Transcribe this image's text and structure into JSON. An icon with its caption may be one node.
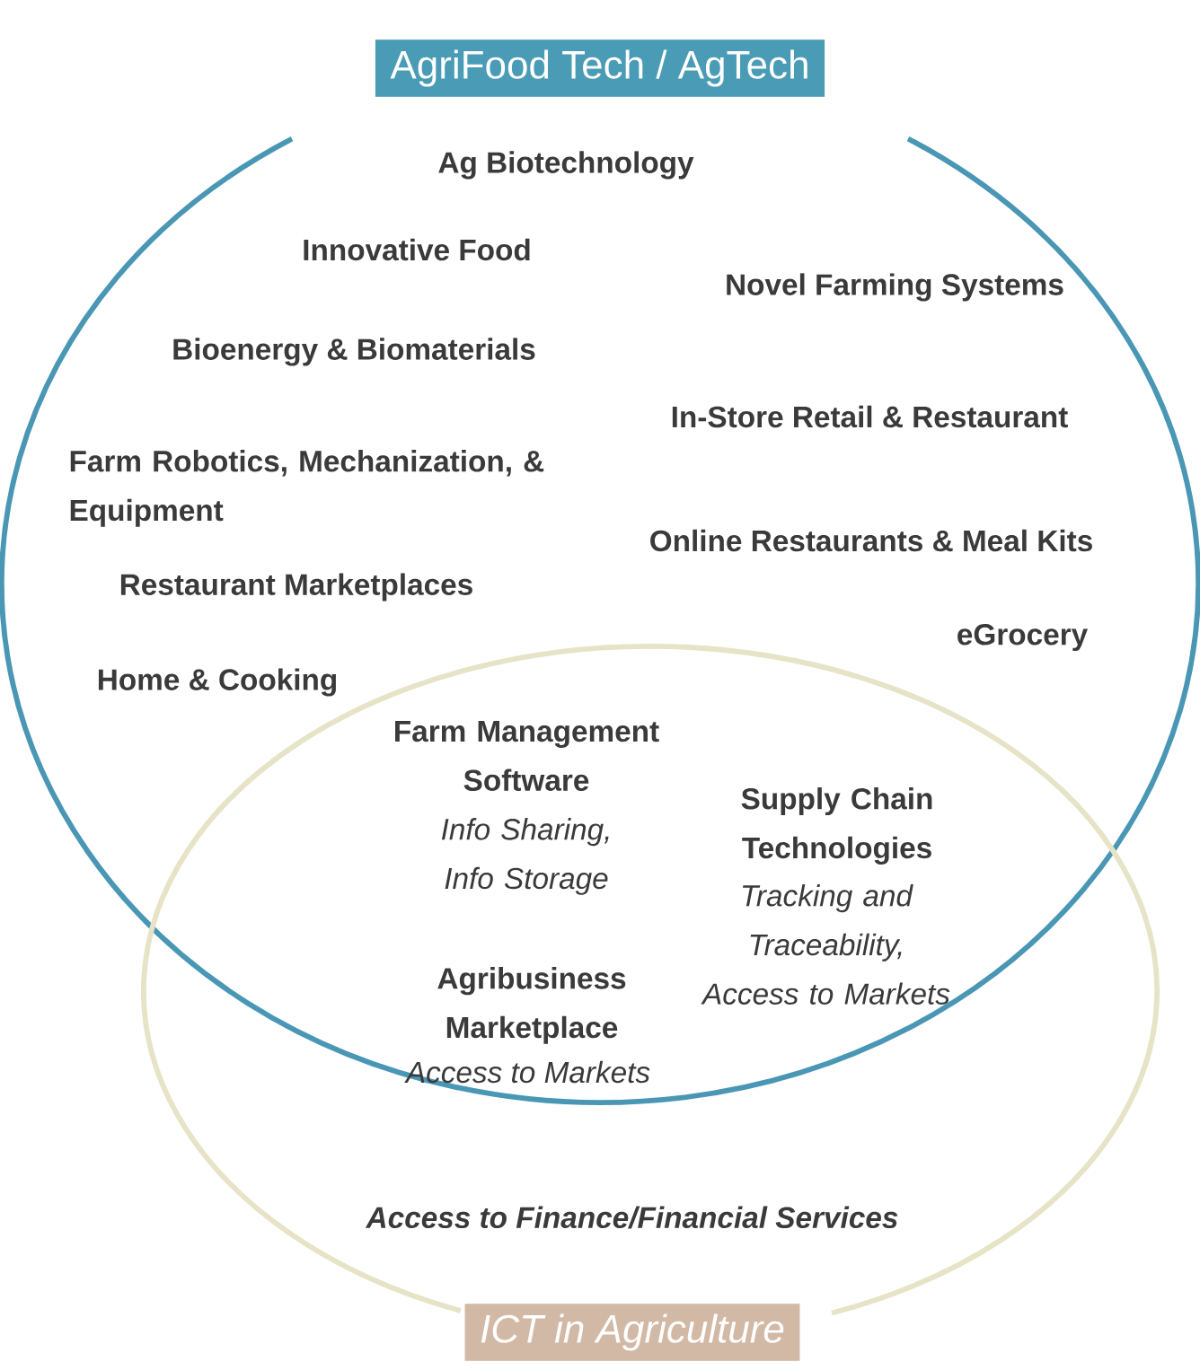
{
  "diagram": {
    "nodes": [
      {
        "text": [
          "AgriFood Tech / AgTech"
        ]
      },
      {
        "text": [
          "ICT in Agriculture"
        ]
      }
    ],
    "edges": [],
    "labels": [
      "Ag Biotechnology",
      "Innovative Food",
      "Novel Farming Systems",
      "Bioenergy & Biomaterials",
      "In-Store Retail & Restaurant",
      "Farm Robotics, Mechanization, & Equipment",
      "Online Restaurants & Meal Kits",
      "Restaurant Marketplaces",
      "eGrocery",
      "Home & Cooking",
      "Farm Management Software",
      "Info Sharing, Info Storage",
      "Supply Chain Technologies",
      "Tracking and Traceability, Access to Markets",
      "Agribusiness Marketplace",
      "Access to Markets",
      "Access to Finance/Financial Services"
    ]
  }
}
